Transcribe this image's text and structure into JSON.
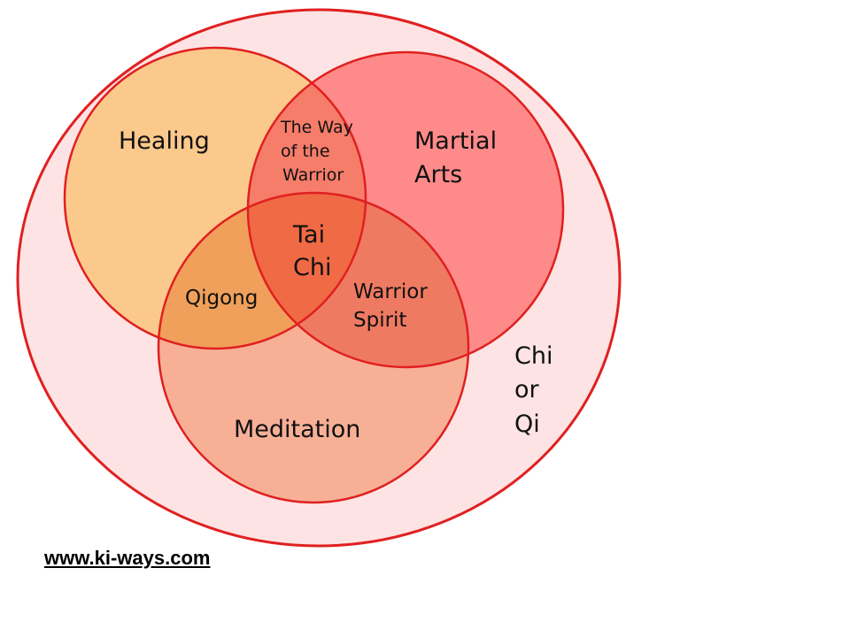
{
  "diagram": {
    "labels": {
      "healing": "Healing",
      "martial_arts_line1": "Martial",
      "martial_arts_line2": "Arts",
      "meditation": "Meditation",
      "way_line1": "The Way",
      "way_line2": "of the",
      "way_line3": "Warrior",
      "tai_chi_line1": "Tai",
      "tai_chi_line2": "Chi",
      "qigong": "Qigong",
      "warrior_spirit_line1": "Warrior",
      "warrior_spirit_line2": "Spirit",
      "outer_line1": "Chi",
      "outer_line2": "or",
      "outer_line3": "Qi"
    },
    "colors": {
      "outline": "#e02020",
      "outer_fill": "#fde3e3",
      "healing_fill": "#fcc98c",
      "martial_fill": "#ff8a8a",
      "meditation_fill": "#f7b096",
      "healing_martial_overlap": "#f67d6a",
      "healing_meditation_overlap": "#f0a05a",
      "martial_meditation_overlap": "#ef7a62",
      "center_overlap": "#f06a45"
    }
  },
  "footer": {
    "url_text": "www.ki-ways.com"
  }
}
